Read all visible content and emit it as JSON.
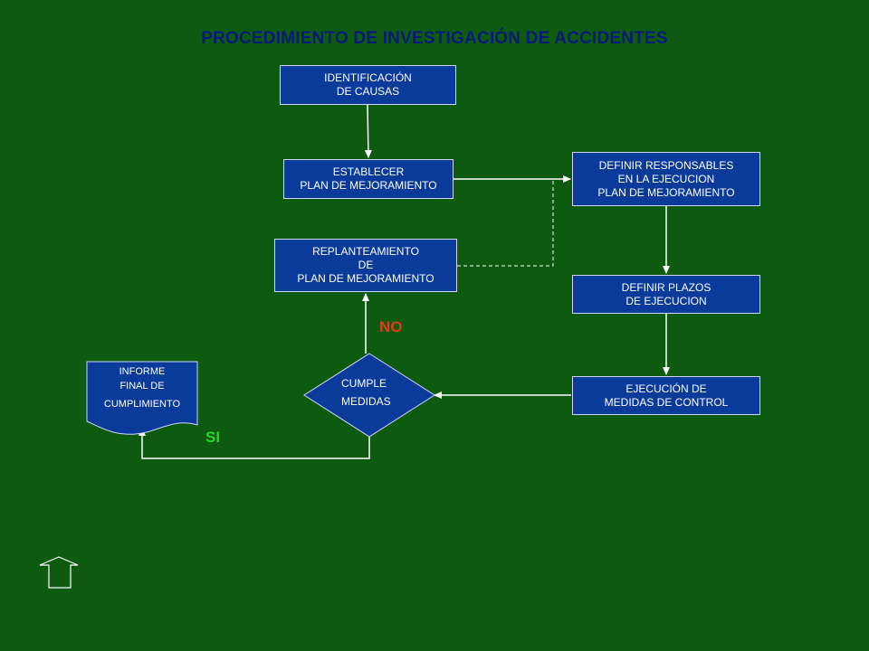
{
  "title": "PROCEDIMIENTO DE INVESTIGACIÓN DE ACCIDENTES",
  "boxes": {
    "identificacion": [
      "IDENTIFICACIÓN",
      "DE CAUSAS"
    ],
    "establecer": [
      "ESTABLECER",
      "PLAN DE MEJORAMIENTO"
    ],
    "definir_responsables": [
      "DEFINIR RESPONSABLES",
      "EN LA EJECUCION",
      "PLAN DE MEJORAMIENTO"
    ],
    "replanteamiento": [
      "REPLANTEAMIENTO",
      "DE",
      "PLAN DE MEJORAMIENTO"
    ],
    "definir_plazos": [
      "DEFINIR PLAZOS",
      "DE EJECUCION"
    ],
    "ejecucion": [
      "EJECUCIÓN  DE",
      "MEDIDAS DE CONTROL"
    ]
  },
  "decision": [
    "CUMPLE",
    "MEDIDAS"
  ],
  "document": [
    "INFORME",
    "FINAL  DE",
    "CUMPLIMIENTO"
  ],
  "labels": {
    "no": "NO",
    "si": "SI"
  },
  "colors": {
    "background": "#0d5a10",
    "box": "#0a3a9a",
    "title": "#0a1a7a",
    "no": "#e53a1a",
    "si": "#2bd42b"
  },
  "icons": {
    "home": "home-arrow-icon"
  }
}
